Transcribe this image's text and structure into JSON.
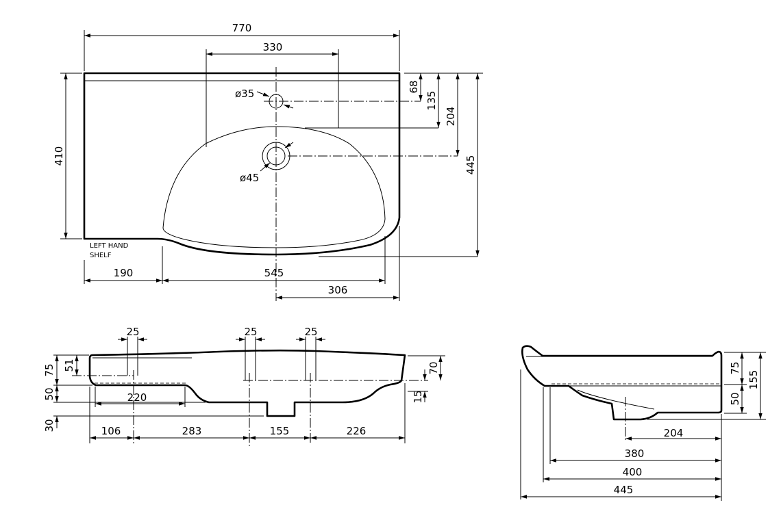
{
  "top_view": {
    "dims": {
      "overall_width": "770",
      "tap_span": "330",
      "depth": "410",
      "tap_hole_offset": "68",
      "bowl_top_offset": "135",
      "drain_offset": "204",
      "overall_depth": "445",
      "shelf_width": "190",
      "bowl_width": "545",
      "drain_to_right": "306"
    },
    "tap_hole_label": "ø35",
    "drain_label": "ø45",
    "shelf_note": [
      "LEFT HAND",
      "SHELF"
    ]
  },
  "front_view": {
    "dims": {
      "hole_a": "25",
      "hole_b": "25",
      "hole_c": "25",
      "height_75": "75",
      "height_51": "51",
      "height_50": "50",
      "height_30": "30",
      "shelf_220": "220",
      "right_70": "70",
      "right_15": "15",
      "seg_106": "106",
      "seg_283": "283",
      "seg_155": "155",
      "seg_226": "226"
    }
  },
  "side_view": {
    "dims": {
      "h75": "75",
      "h50": "50",
      "h155": "155",
      "d204": "204",
      "d380": "380",
      "d400": "400",
      "d445": "445"
    }
  }
}
